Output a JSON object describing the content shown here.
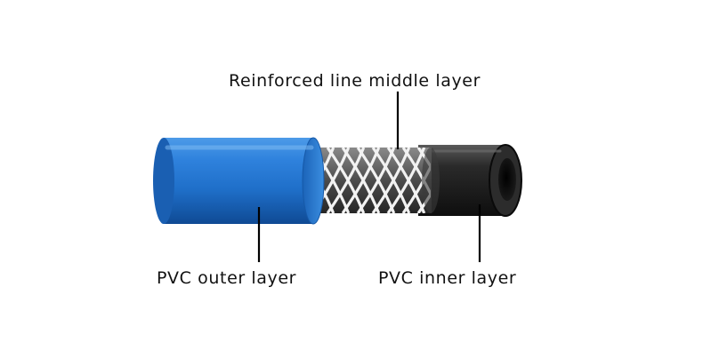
{
  "labels": {
    "middle": "Reinforced line middle layer",
    "outer": "PVC outer layer",
    "inner": "PVC inner layer"
  },
  "colors": {
    "outer_layer": "#1f6fc9",
    "outer_layer_highlight": "#5aa6f0",
    "outer_layer_shadow": "#0f4a94",
    "mesh_background": "#5a5a5a",
    "mesh_lines": "#f2f2f2",
    "inner_layer": "#1b1b1b",
    "inner_layer_highlight": "#555555",
    "leader_lines": "#000000",
    "text": "#111111"
  }
}
